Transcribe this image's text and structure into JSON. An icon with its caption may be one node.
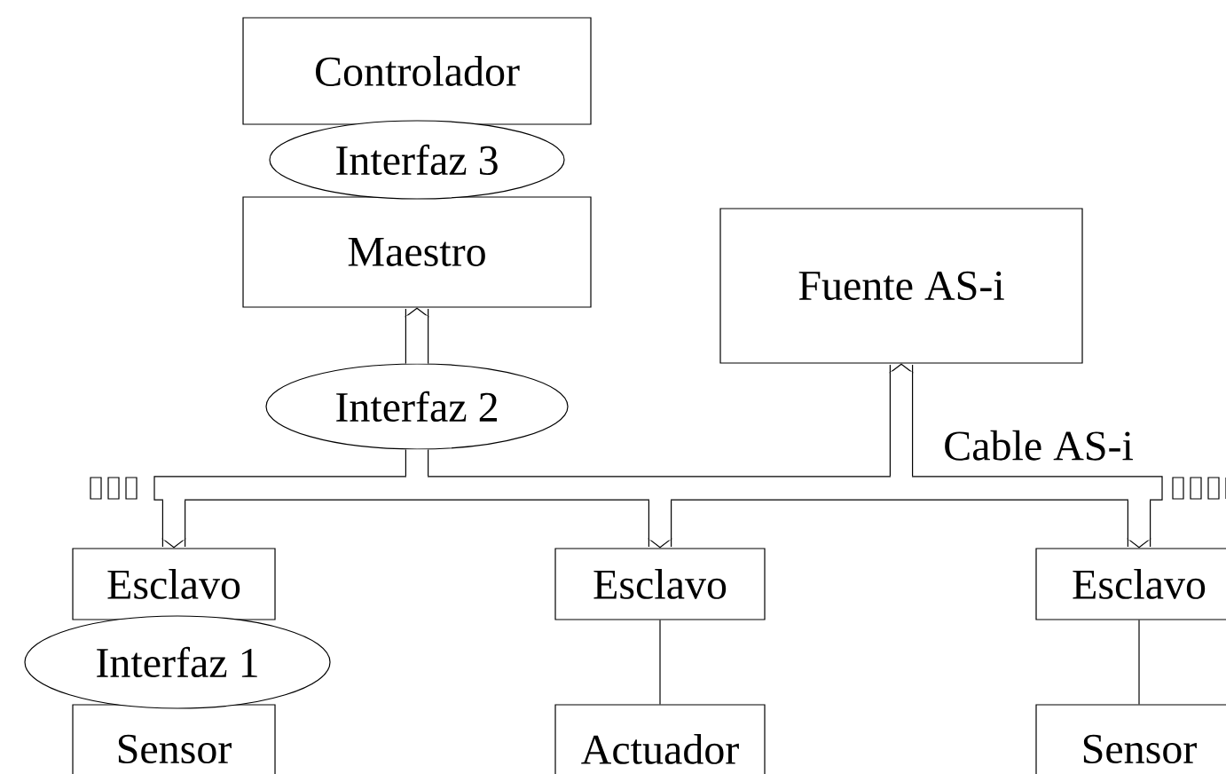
{
  "diagram": {
    "nodes": [
      {
        "text": [
          "Controlador"
        ]
      },
      {
        "text": [
          "Interfaz 3"
        ]
      },
      {
        "text": [
          "Maestro"
        ]
      },
      {
        "text": [
          "Fuente AS-i"
        ]
      },
      {
        "text": [
          "Interfaz 2"
        ]
      },
      {
        "text": [],
        "shape": "bar",
        "beside": [
          "Cable AS-i"
        ]
      },
      {
        "text": [
          "Esclavo"
        ]
      },
      {
        "text": [
          "Interfaz 1"
        ]
      },
      {
        "text": [
          "Sensor"
        ]
      },
      {
        "text": [
          "Esclavo"
        ]
      },
      {
        "text": [
          "Actuador"
        ]
      },
      {
        "text": [
          "Esclavo"
        ]
      },
      {
        "text": [
          "Sensor"
        ]
      }
    ],
    "edges": [
      {
        "from": 4,
        "to": 2,
        "arrow": "to"
      },
      {
        "from": 4,
        "to": 5,
        "arrow": "none"
      },
      {
        "from": 5,
        "to": 3,
        "arrow": "to"
      },
      {
        "from": 5,
        "to": 6,
        "arrow": "to"
      },
      {
        "from": 5,
        "to": 9,
        "arrow": "to"
      },
      {
        "from": 5,
        "to": 11,
        "arrow": "to"
      },
      {
        "from": 9,
        "to": 10,
        "arrow": "none"
      },
      {
        "from": 11,
        "to": 12,
        "arrow": "none"
      }
    ]
  }
}
